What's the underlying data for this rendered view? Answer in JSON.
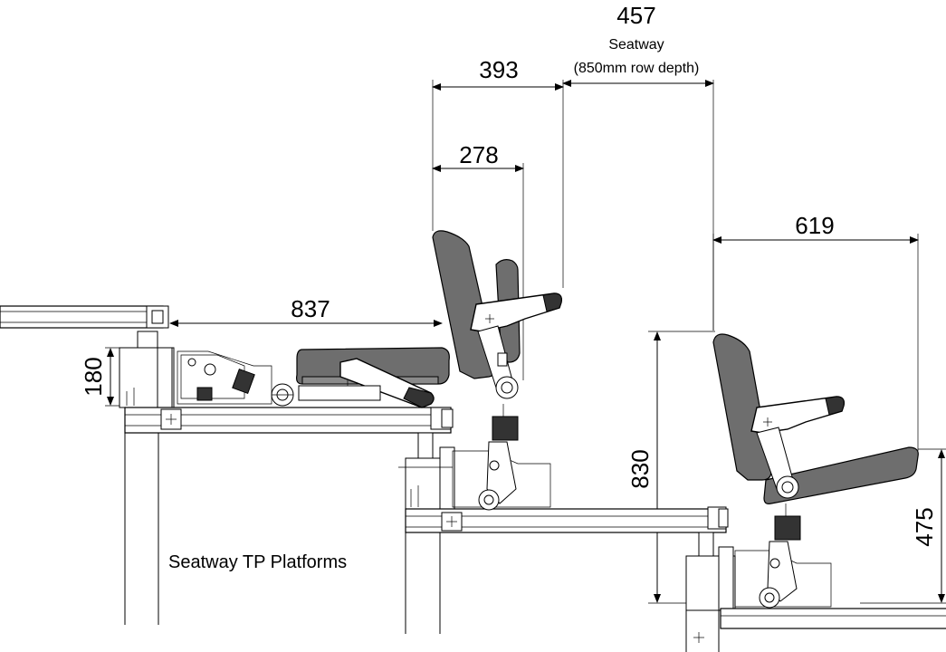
{
  "dimensions": {
    "d457": "457",
    "seatway": "Seatway",
    "row_depth": "(850mm row depth)",
    "d393": "393",
    "d278": "278",
    "d619": "619",
    "d837": "837",
    "d180": "180",
    "d830": "830",
    "d475": "475"
  },
  "caption": "Seatway TP Platforms"
}
